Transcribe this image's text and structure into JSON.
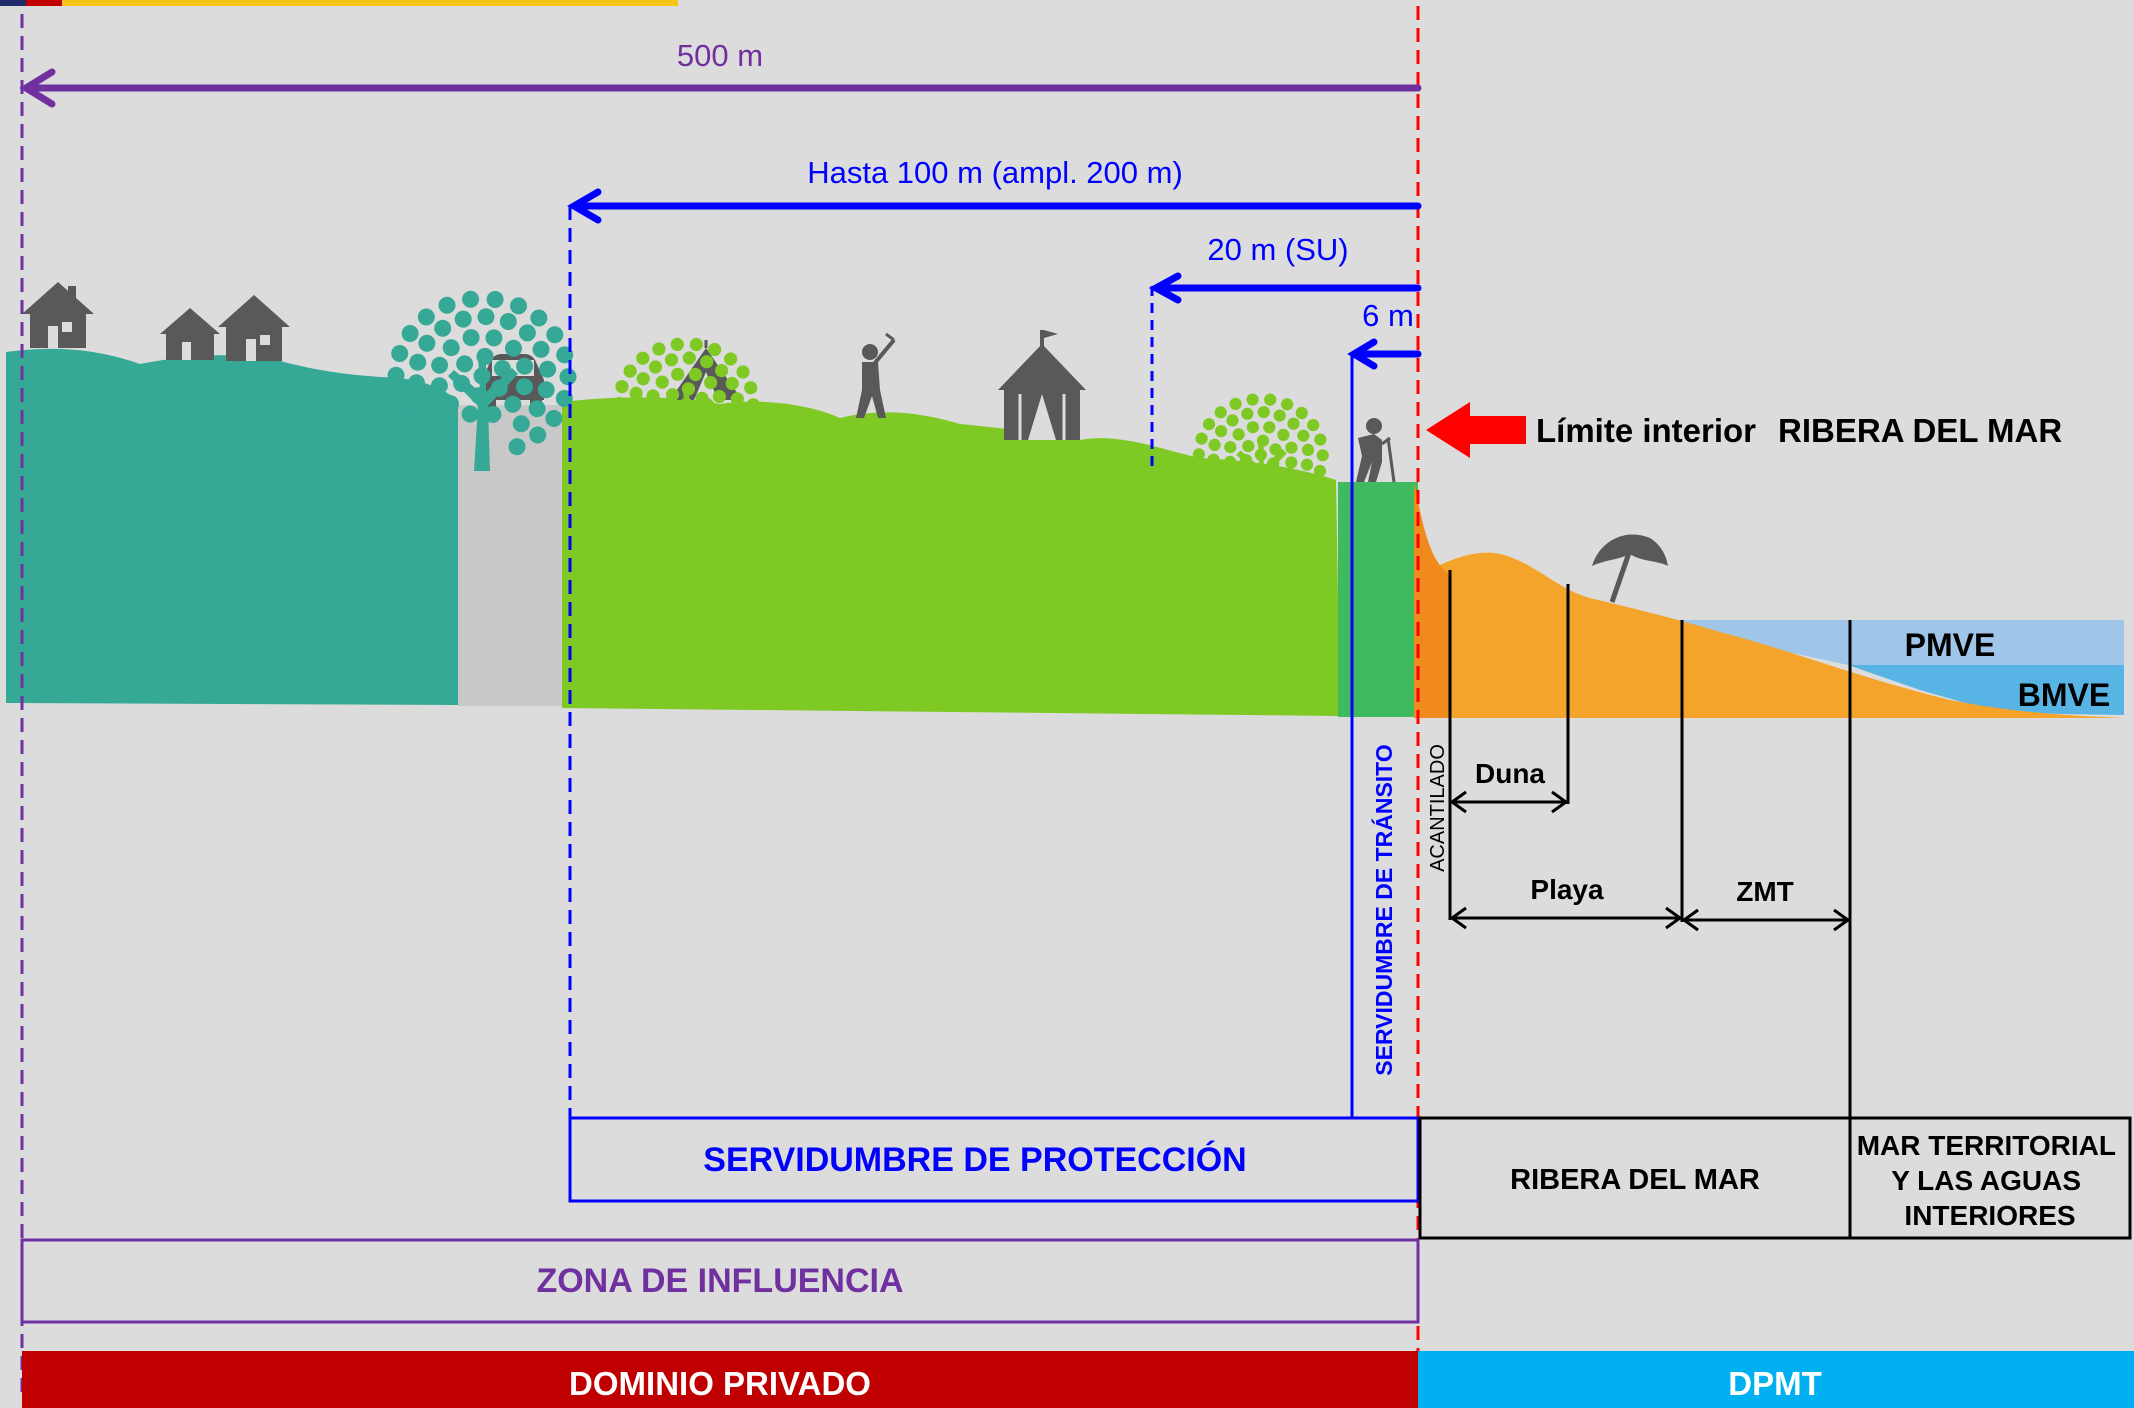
{
  "colors": {
    "background": "#dcdcdc",
    "private_domain": "#c00000",
    "dpmt": "#00b0f0",
    "influence": "#7030a0",
    "protection": "#0000ff",
    "limit_arrow": "#ff0000",
    "land_teal": "#35a896",
    "land_green": "#7ec924",
    "transit_green": "#3fba5f",
    "beach": "#f5a42b",
    "cliff": "#f18a1c",
    "pmve": "#9fc5e8",
    "bmve": "#59b4e6",
    "road": "#c8c8c8",
    "icons": "#595959"
  },
  "labels": {
    "dist_500": "500 m",
    "dist_100": "Hasta 100 m (ampl. 200 m)",
    "dist_20": "20 m (SU)",
    "dist_6": "6 m",
    "limite_prefix": "Límite interior",
    "limite_suffix": "RIBERA DEL MAR",
    "pmve": "PMVE",
    "bmve": "BMVE",
    "acantilado": "ACANTILADO",
    "duna": "Duna",
    "playa": "Playa",
    "zmt": "ZMT",
    "servidumbre_transito": "SERVIDUMBRE DE TRÁNSITO",
    "servidumbre_proteccion": "SERVIDUMBRE DE PROTECCIÓN",
    "ribera_del_mar": "RIBERA DEL MAR",
    "mar_territorial": [
      "MAR TERRITORIAL",
      "Y LAS AGUAS",
      "INTERIORES"
    ],
    "zona_influencia": "ZONA DE INFLUENCIA",
    "dominio_privado": "DOMINIO PRIVADO",
    "dpmt": "DPMT"
  },
  "icons": [
    "house-icon",
    "house-icon",
    "house-icon",
    "tree-icon",
    "car-icon",
    "tree-icon",
    "tent-icon",
    "golfer-icon",
    "circus-tent-icon",
    "tree-icon",
    "hiker-icon",
    "umbrella-icon"
  ]
}
